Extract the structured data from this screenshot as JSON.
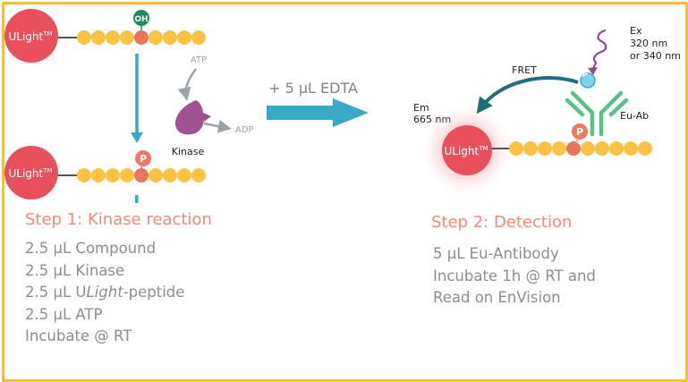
{
  "colors": {
    "border": "#f2c230",
    "ulight": "#e8505b",
    "bead": "#fbc246",
    "bead_modified": "#e8765a",
    "phospho": "#ee7a63",
    "oh": "#1f8a5a",
    "arrow_teal": "#3aa9c6",
    "arrow_grey": "#9aa3a8",
    "fret_arrow": "#1f6d7e",
    "kinase": "#a05291",
    "antibody": "#5cbf8a",
    "wavy": "#8a4a9a",
    "step_title": "#ef8a7a",
    "step_text": "#868e96"
  },
  "labels": {
    "ulight_prefix": "ULight",
    "ulight_tm": "TM",
    "oh": "OH",
    "phospho": "P",
    "atp": "ATP",
    "adp": "ADP",
    "kinase": "Kinase",
    "edta": "+ 5 µL EDTA",
    "em_line1": "Em",
    "em_line2": "665 nm",
    "fret": "FRET",
    "ex_line1": "Ex",
    "ex_line2": "320 nm",
    "ex_line3": "or 340 nm",
    "eu_ab": "Eu-Ab"
  },
  "step1": {
    "title": "Step 1: Kinase reaction",
    "items": [
      "2.5 µL Compound",
      "2.5 µL Kinase"
    ],
    "peptide_prefix": "2.5 µL U",
    "peptide_italic": "Light",
    "peptide_suffix": "-peptide",
    "items_after": [
      "2.5 µL ATP",
      "Incubate @ RT"
    ]
  },
  "step2": {
    "title": "Step 2: Detection",
    "items": [
      "5 µL Eu-Antibody",
      "Incubate 1h @ RT and",
      "Read on EnVision"
    ]
  }
}
